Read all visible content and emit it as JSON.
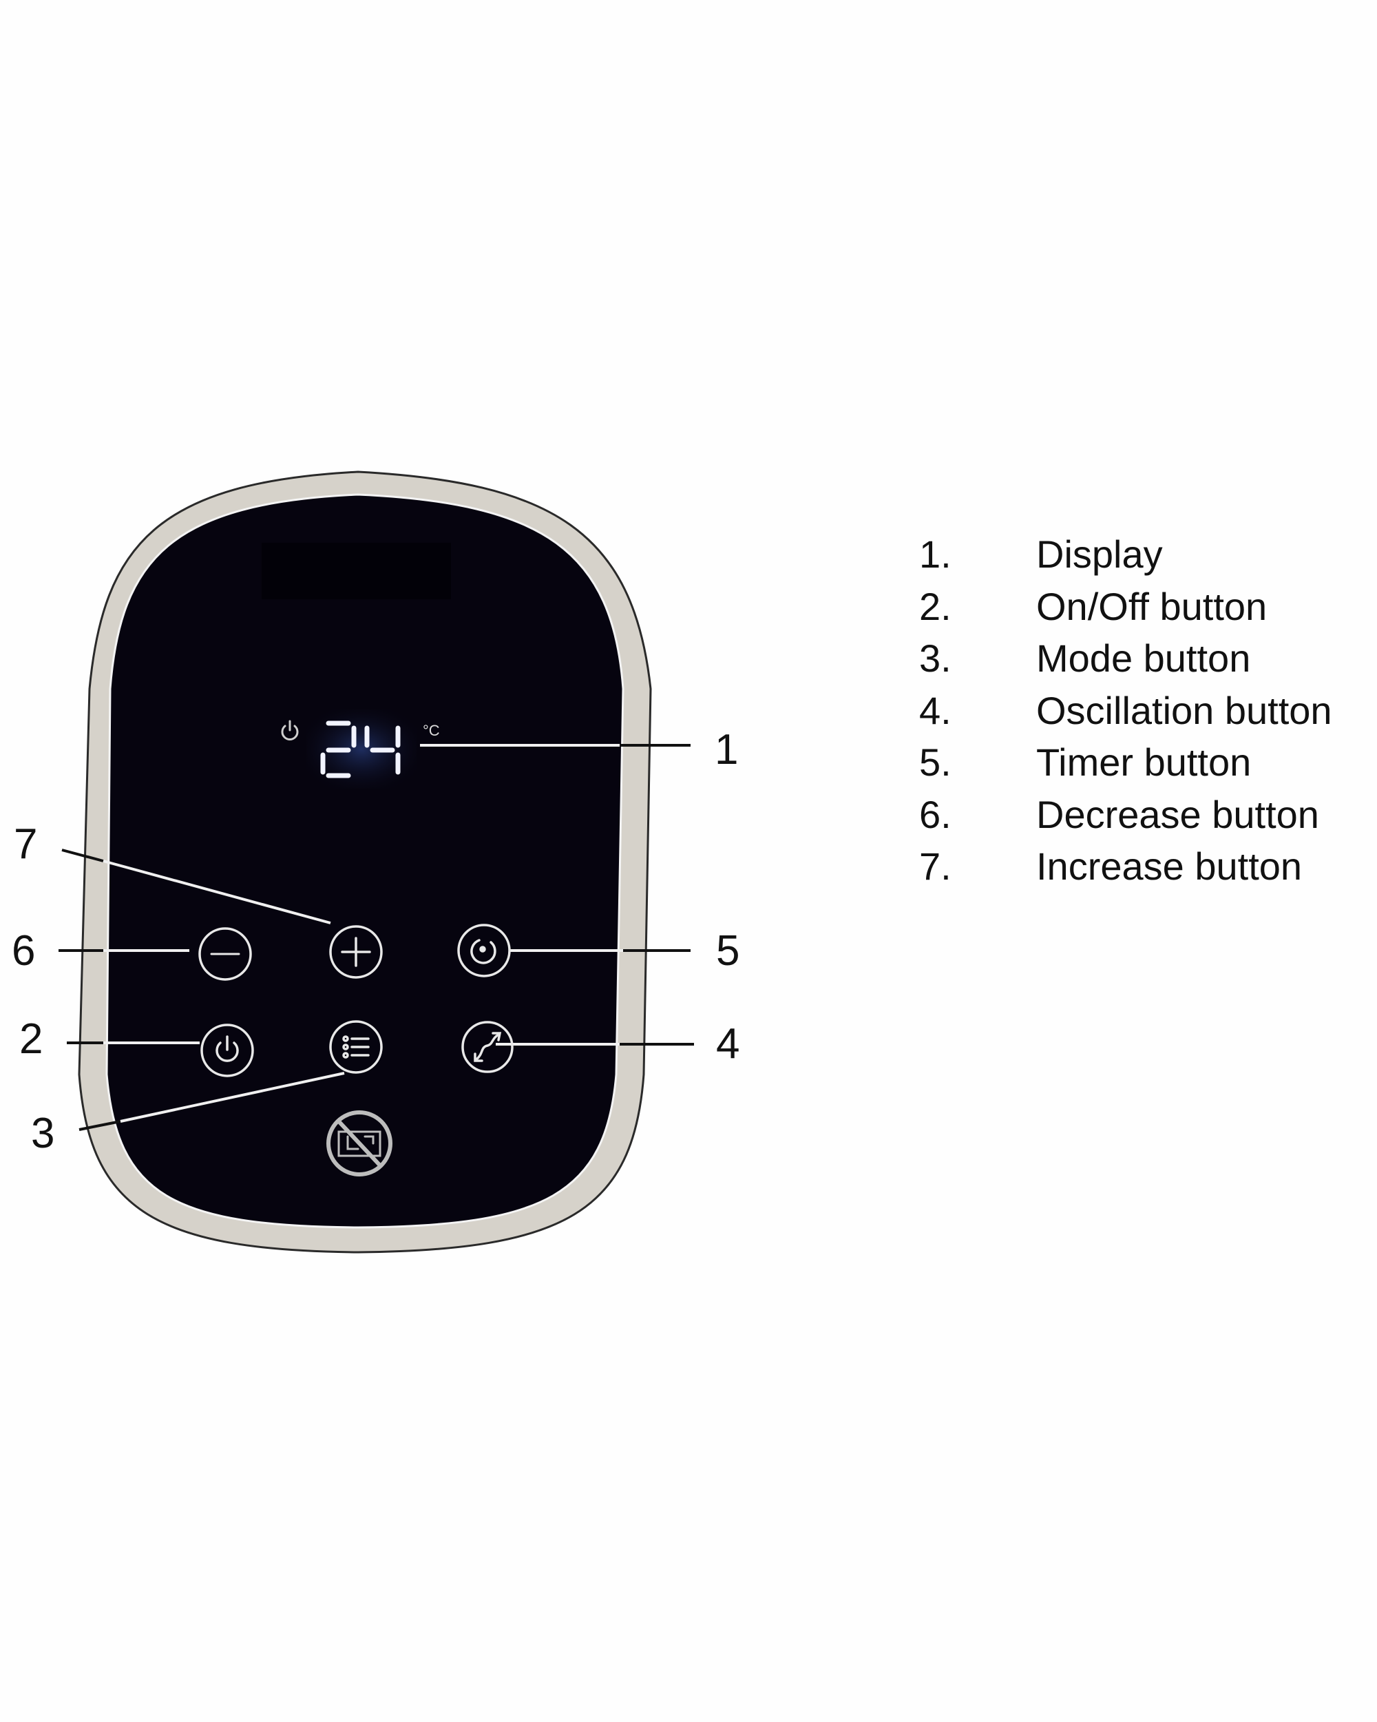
{
  "panel": {
    "display": {
      "temperature": "24",
      "unit": "°C",
      "power_indicator_icon": "power-icon"
    },
    "buttons": [
      {
        "id": "decrease",
        "icon": "minus-icon"
      },
      {
        "id": "increase",
        "icon": "plus-icon"
      },
      {
        "id": "timer",
        "icon": "timer-icon"
      },
      {
        "id": "on-off",
        "icon": "power-icon"
      },
      {
        "id": "mode",
        "icon": "list-icon"
      },
      {
        "id": "oscillation",
        "icon": "oscillation-icon"
      },
      {
        "id": "child-lock",
        "icon": "no-lock-icon"
      }
    ],
    "colors": {
      "face": "#06040f",
      "bezel": "#d6d2ca",
      "segment": "#f2f4ff",
      "display_glow": "#1a2a5a",
      "icon_stroke": "#e8e8e8"
    }
  },
  "callouts": {
    "c1": "1",
    "c2": "2",
    "c3": "3",
    "c4": "4",
    "c5": "5",
    "c6": "6",
    "c7": "7"
  },
  "legend": {
    "items": [
      {
        "num": "1.",
        "label": "Display"
      },
      {
        "num": "2.",
        "label": "On/Off button"
      },
      {
        "num": "3.",
        "label": "Mode button"
      },
      {
        "num": "4.",
        "label": "Oscillation button"
      },
      {
        "num": "5.",
        "label": "Timer button"
      },
      {
        "num": "6.",
        "label": "Decrease button"
      },
      {
        "num": "7.",
        "label": "Increase button"
      }
    ]
  }
}
